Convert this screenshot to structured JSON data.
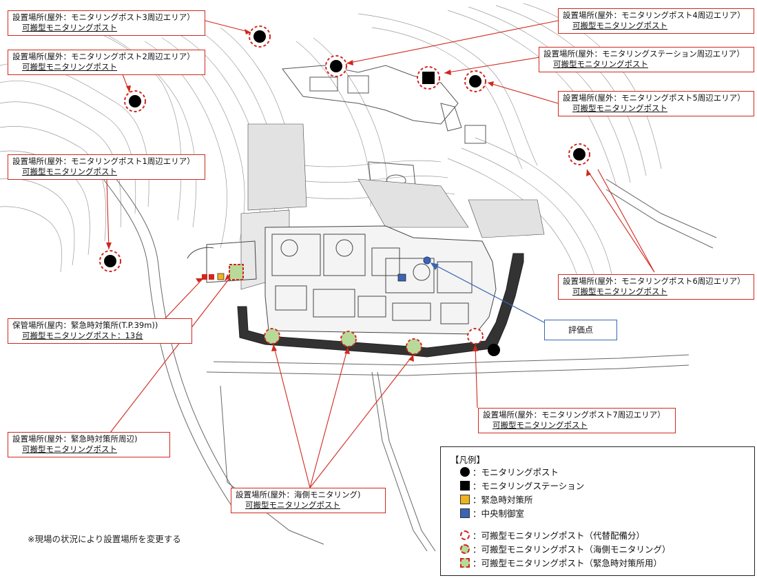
{
  "callouts": {
    "mp3": {
      "line1": "設置場所(屋外：モニタリングポスト3周辺エリア）",
      "line2": "可搬型モニタリングポスト"
    },
    "mp2": {
      "line1": "設置場所(屋外：モニタリングポスト2周辺エリア）",
      "line2": "可搬型モニタリングポスト"
    },
    "mp1": {
      "line1": "設置場所(屋外：モニタリングポスト1周辺エリア）",
      "line2": "可搬型モニタリングポスト"
    },
    "mp4": {
      "line1": "設置場所(屋外：モニタリングポスト4周辺エリア）",
      "line2": "可搬型モニタリングポスト"
    },
    "ms": {
      "line1": "設置場所(屋外：モニタリングステーション周辺エリア）",
      "line2": "可搬型モニタリングポスト"
    },
    "mp5": {
      "line1": "設置場所(屋外：モニタリングポスト5周辺エリア）",
      "line2": "可搬型モニタリングポスト"
    },
    "mp6": {
      "line1": "設置場所(屋外：モニタリングポスト6周辺エリア）",
      "line2": "可搬型モニタリングポスト"
    },
    "storage": {
      "line1": "保管場所(屋内：緊急時対策所(T.P.39m))",
      "line2": "可搬型モニタリングポスト：13台"
    },
    "emergency": {
      "line1": "設置場所(屋外：緊急時対策所周辺)",
      "line2": "可搬型モニタリングポスト"
    },
    "mp7": {
      "line1": "設置場所(屋外：モニタリングポスト7周辺エリア）",
      "line2": "可搬型モニタリングポスト"
    },
    "sea": {
      "line1": "設置場所(屋外：海側モニタリング)",
      "line2": "可搬型モニタリングポスト"
    }
  },
  "evaluation_point": "評価点",
  "legend": {
    "title": "【凡例】",
    "items": [
      {
        "symbol": "circle-black",
        "label": "：モニタリングポスト"
      },
      {
        "symbol": "square-black",
        "label": "：モニタリングステーション"
      },
      {
        "symbol": "square-orange",
        "label": "：緊急時対策所"
      },
      {
        "symbol": "square-blue",
        "label": "：中央制御室"
      },
      {
        "symbol": "circle-dash",
        "label": "：可搬型モニタリングポスト（代替配備分）"
      },
      {
        "symbol": "circle-dash-green",
        "label": "：可搬型モニタリングポスト（海側モニタリング）"
      },
      {
        "symbol": "square-dash-green",
        "label": "：可搬型モニタリングポスト（緊急時対策所用）"
      }
    ]
  },
  "note": "※現場の状況により設置場所を変更する",
  "colors": {
    "callout_border": "#d0271d",
    "eval_border": "#3a66b0",
    "control_room": "#3c64b4",
    "emergency": "#f2b21c",
    "sea_fill": "#b8d99a"
  }
}
